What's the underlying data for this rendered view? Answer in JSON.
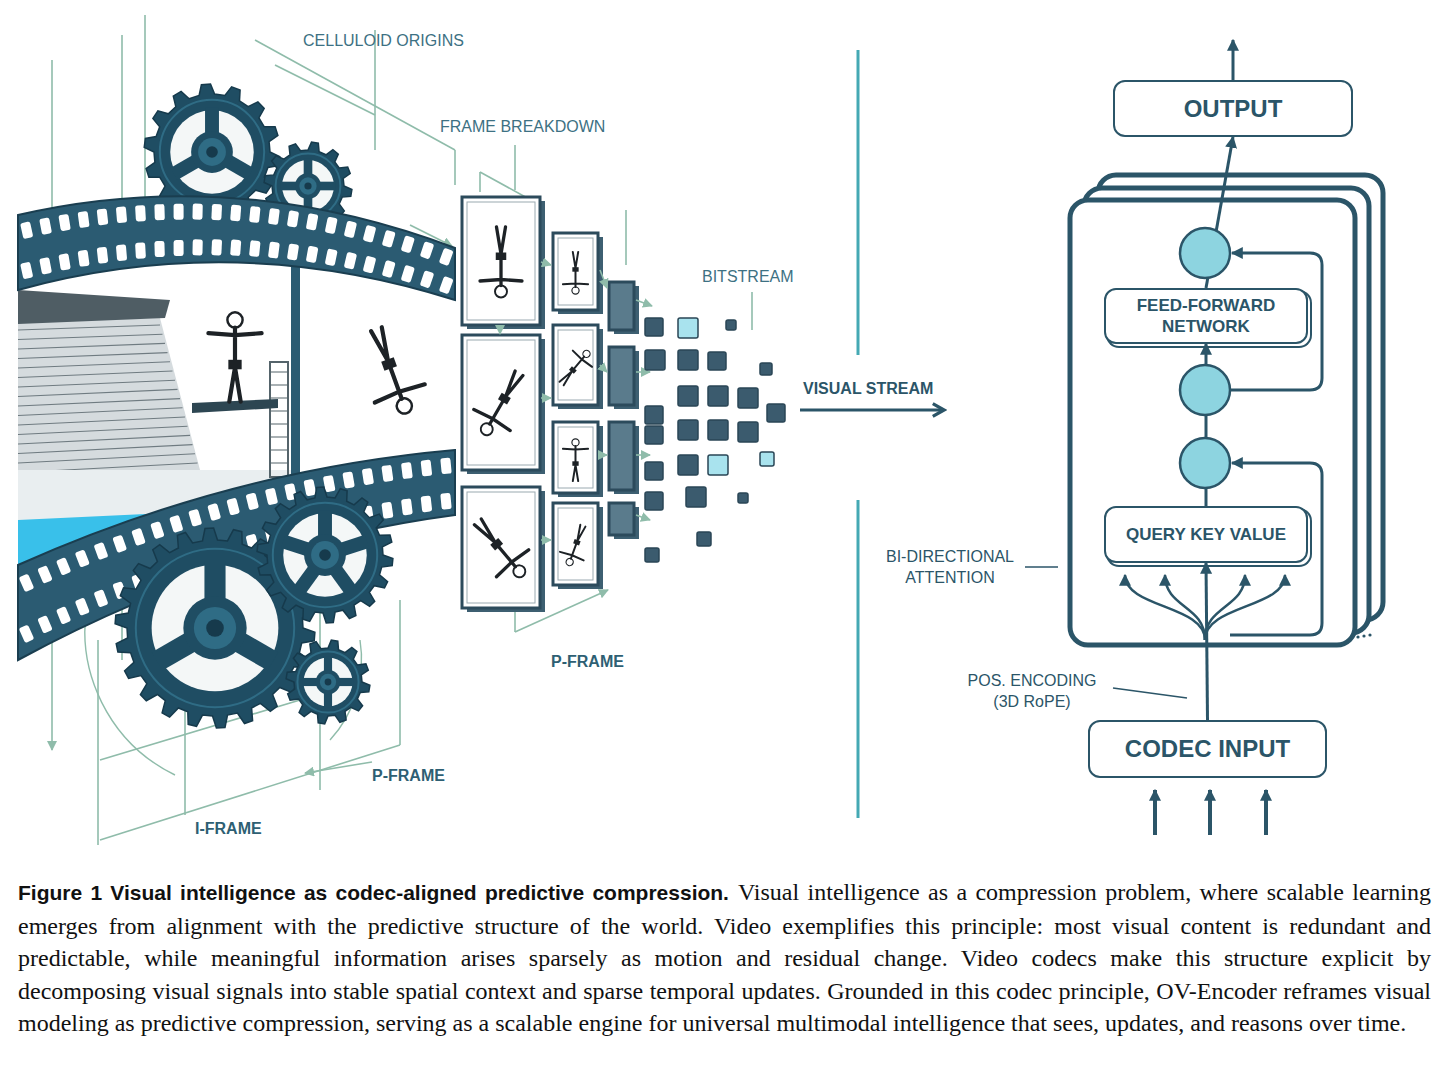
{
  "diagram": {
    "title": "Figure 1 Visual intelligence as codec-aligned predictive compression.",
    "caption": "Visual intelligence as a compression problem, where scalable learning emerges from alignment with the predictive structure of the world. Video exemplifies this principle: most visual content is redundant and predictable, while meaningful information arises sparsely as motion and residual change. Video codecs make this structure explicit by decomposing visual signals into stable spatial context and sparse temporal updates. Grounded in this codec principle, OV-Encoder reframes visual modeling as predictive compression, serving as a scalable engine for universal multimodal intelligence that sees, updates, and reasons over time.",
    "nodes": [
      {
        "text": [
          "OUTPUT"
        ]
      },
      {
        "text": [
          "FEED-FORWARD NETWORK"
        ]
      },
      {
        "text": [
          "QUERY KEY VALUE"
        ]
      },
      {
        "text": [
          "CODEC INPUT"
        ]
      }
    ],
    "edges": [
      {
        "from": 3,
        "to": 2,
        "arrow": "to"
      },
      {
        "from": 2,
        "to": 1,
        "arrow": "to"
      },
      {
        "from": 1,
        "to": 0,
        "arrow": "to"
      }
    ],
    "labels": [
      "CELLULOID ORIGINS",
      "FRAME BREAKDOWN",
      "BITSTREAM",
      "P-FRAME",
      "VISUAL STREAM",
      "P-FRAME",
      "I-FRAME",
      "BI-DIRECTIONAL ATTENTION",
      "POS. ENCODING (3D RoPE)"
    ]
  }
}
